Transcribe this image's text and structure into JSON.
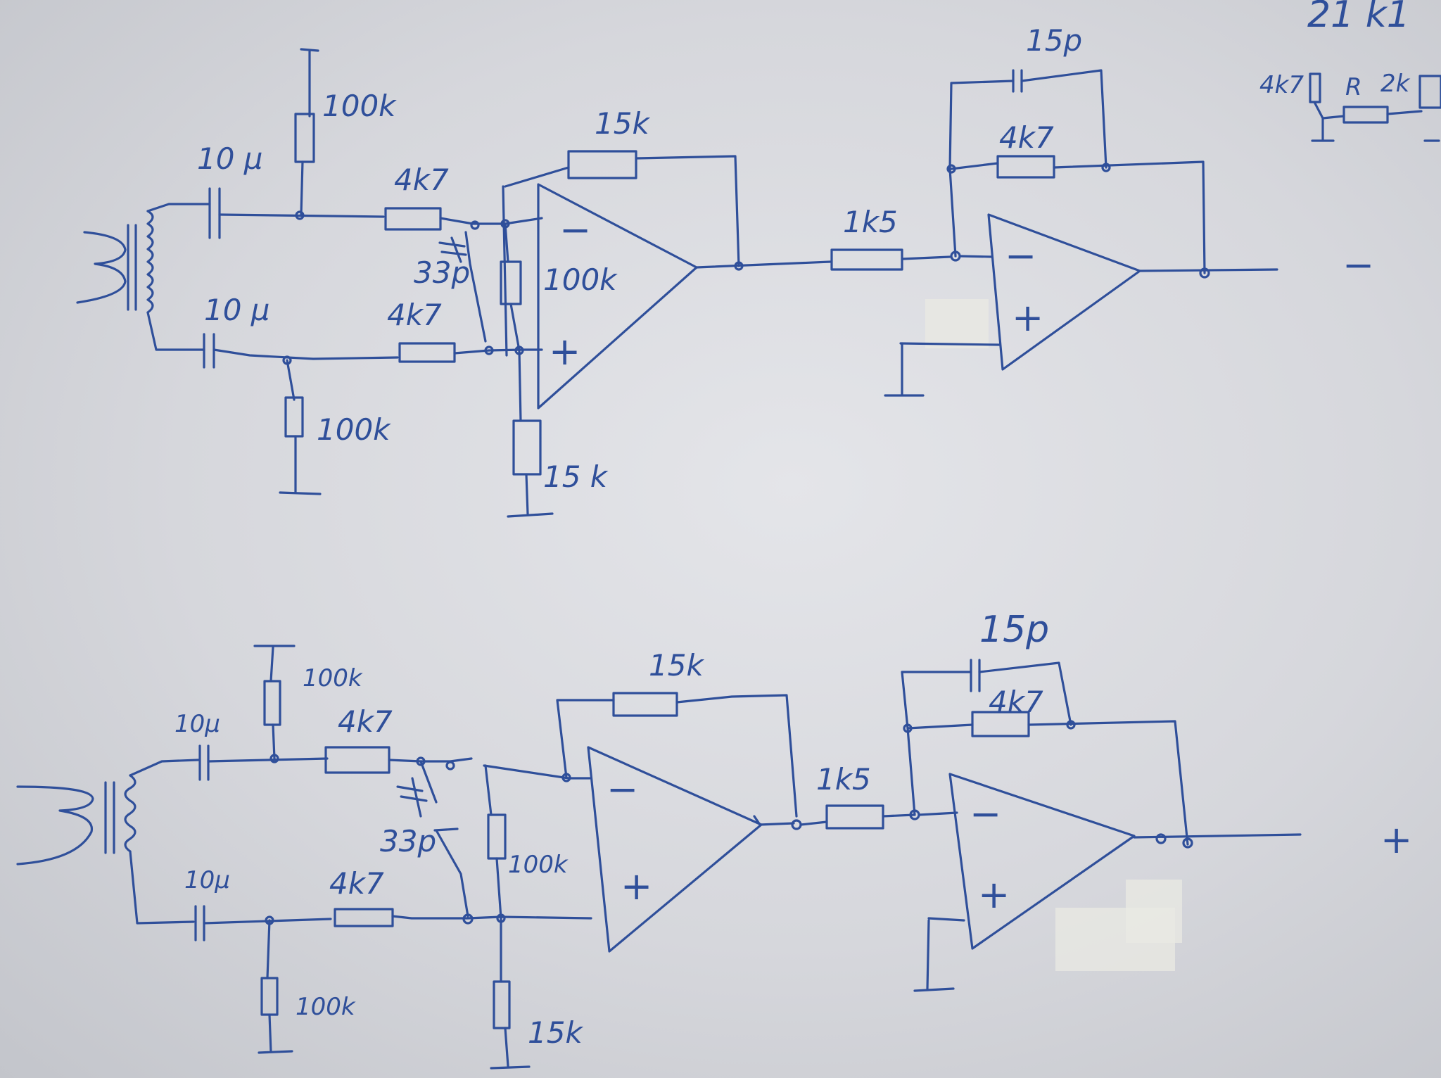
{
  "diagram_top": {
    "labels": {
      "cap_in_top": "10 μ",
      "cap_in_bottom": "10 μ",
      "r_bias_top": "100k",
      "r_bias_bottom": "100k",
      "r_in_top": "4k7",
      "r_in_bottom": "4k7",
      "cap_mid": "33p",
      "r_mid": "100k",
      "r_feedback": "15k",
      "r_ground": "15 k",
      "r_stage2_in": "1k5",
      "cap_stage2_fb": "15p",
      "r_stage2_fb": "4k7",
      "opamp1_minus": "−",
      "opamp1_plus": "+",
      "opamp2_minus": "−",
      "opamp2_plus": "+",
      "output_sign": "−"
    }
  },
  "diagram_bottom": {
    "labels": {
      "cap_in_top": "10μ",
      "cap_in_bottom": "10μ",
      "r_bias_top": "100k",
      "r_bias_bottom": "100k",
      "r_in_top": "4k7",
      "r_in_bottom": "4k7",
      "cap_mid": "33p",
      "r_mid": "100k",
      "r_feedback": "15k",
      "r_ground": "15k",
      "r_stage2_in": "1k5",
      "cap_stage2_fb": "15p",
      "r_stage2_fb": "4k7",
      "opamp1_minus": "−",
      "opamp1_plus": "+",
      "opamp2_minus": "−",
      "opamp2_plus": "+",
      "output_sign": "+"
    }
  },
  "corner_fragment": {
    "header_text": "21  k1",
    "r_left": "4k7",
    "r_mid": "R",
    "r_right": "2k"
  },
  "colors": {
    "ink": "#2f4f9a",
    "paper": "#d9dade"
  }
}
